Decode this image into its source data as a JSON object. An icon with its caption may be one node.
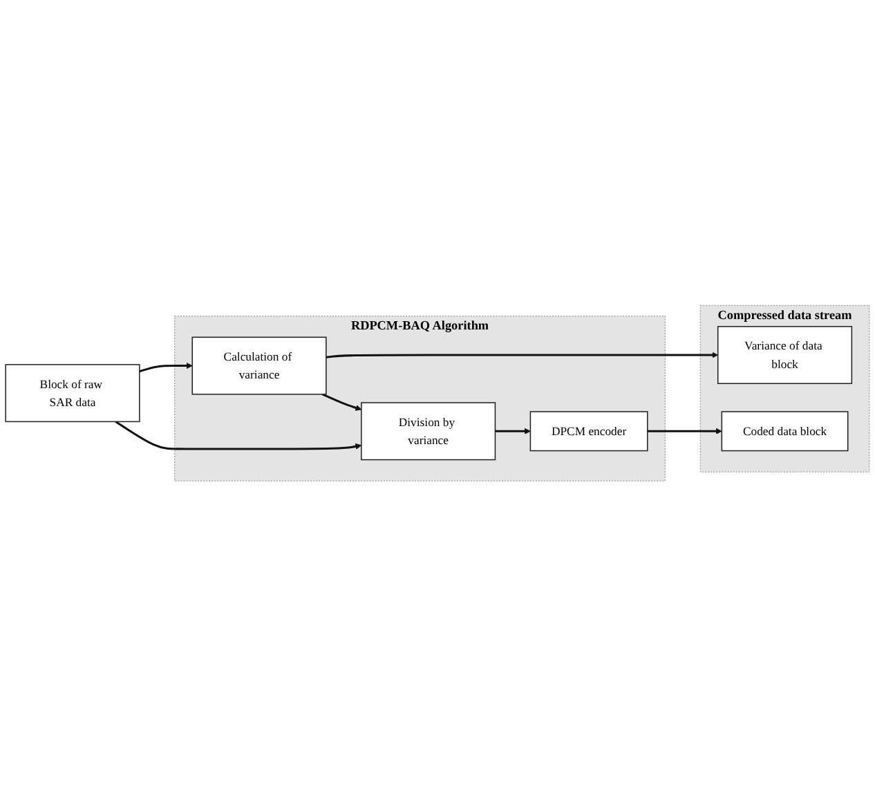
{
  "diagram": {
    "nodes": [
      {
        "text": [
          "Block of raw SAR data"
        ]
      },
      {
        "text": [
          "RDPCM-BAQ Algorithm"
        ]
      },
      {
        "text": [
          "Calculation of variance"
        ],
        "in": 1
      },
      {
        "text": [
          "Division by variance"
        ],
        "in": 1
      },
      {
        "text": [
          "DPCM encoder"
        ],
        "in": 1
      },
      {
        "text": [
          "Compressed data stream"
        ]
      },
      {
        "text": [
          "Variance of data block"
        ],
        "in": 5
      },
      {
        "text": [
          "Coded data block"
        ],
        "in": 5
      }
    ],
    "edges": [
      {
        "from": 0,
        "to": 2,
        "arrow": "to"
      },
      {
        "from": 0,
        "to": 3,
        "arrow": "to"
      },
      {
        "from": 2,
        "to": 3,
        "arrow": "to"
      },
      {
        "from": 3,
        "to": 4,
        "arrow": "to"
      },
      {
        "from": 2,
        "to": 6,
        "arrow": "to"
      },
      {
        "from": 4,
        "to": 7,
        "arrow": "to"
      }
    ]
  }
}
